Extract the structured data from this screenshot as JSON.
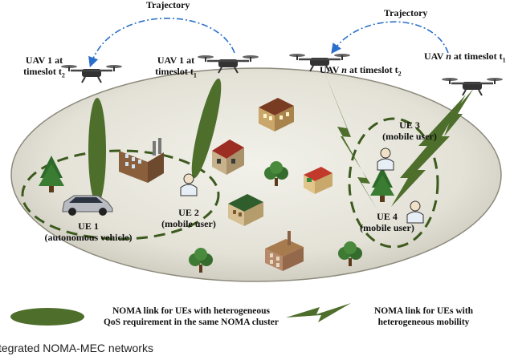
{
  "labels": {
    "trajectory_left": "Trajectory",
    "trajectory_right": "Trajectory",
    "uav1_t2_line1": "UAV 1 at",
    "uav1_t2_line2": "timeslot t",
    "uav1_t2_sub": "2",
    "uav1_t1_line1": "UAV 1 at",
    "uav1_t1_line2": "timeslot t",
    "uav1_t1_sub": "1",
    "uavn_t2_prefix": "UAV ",
    "uavn_t2_n": "n",
    "uavn_t2_suffix": " at timeslot t",
    "uavn_t2_sub": "2",
    "uavn_t1_prefix": "UAV ",
    "uavn_t1_n": "n",
    "uavn_t1_suffix": " at timeslot t",
    "uavn_t1_sub": "1",
    "ue1_line1": "UE 1",
    "ue1_line2": "(autonomous vehicle)",
    "ue2_line1": "UE 2",
    "ue2_line2": "(mobile user)",
    "ue3_line1": "UE 3",
    "ue3_line2": "(mobile user)",
    "ue4_line1": "UE 4",
    "ue4_line2": "(mobile user)"
  },
  "legend": {
    "ellipse_text_line1": "NOMA link for UEs with heterogeneous",
    "ellipse_text_line2": "QoS requirement in the same NOMA cluster",
    "zigzag_text_line1": "NOMA link for UEs with",
    "zigzag_text_line2": "heterogeneous mobility"
  },
  "caption": "tegrated NOMA-MEC networks",
  "colors": {
    "ground_fill": "#e6e4da",
    "cluster_dash": "#3c5a1e",
    "link_green": "#4e6e2c",
    "trajectory_blue": "#2a6fc9"
  }
}
